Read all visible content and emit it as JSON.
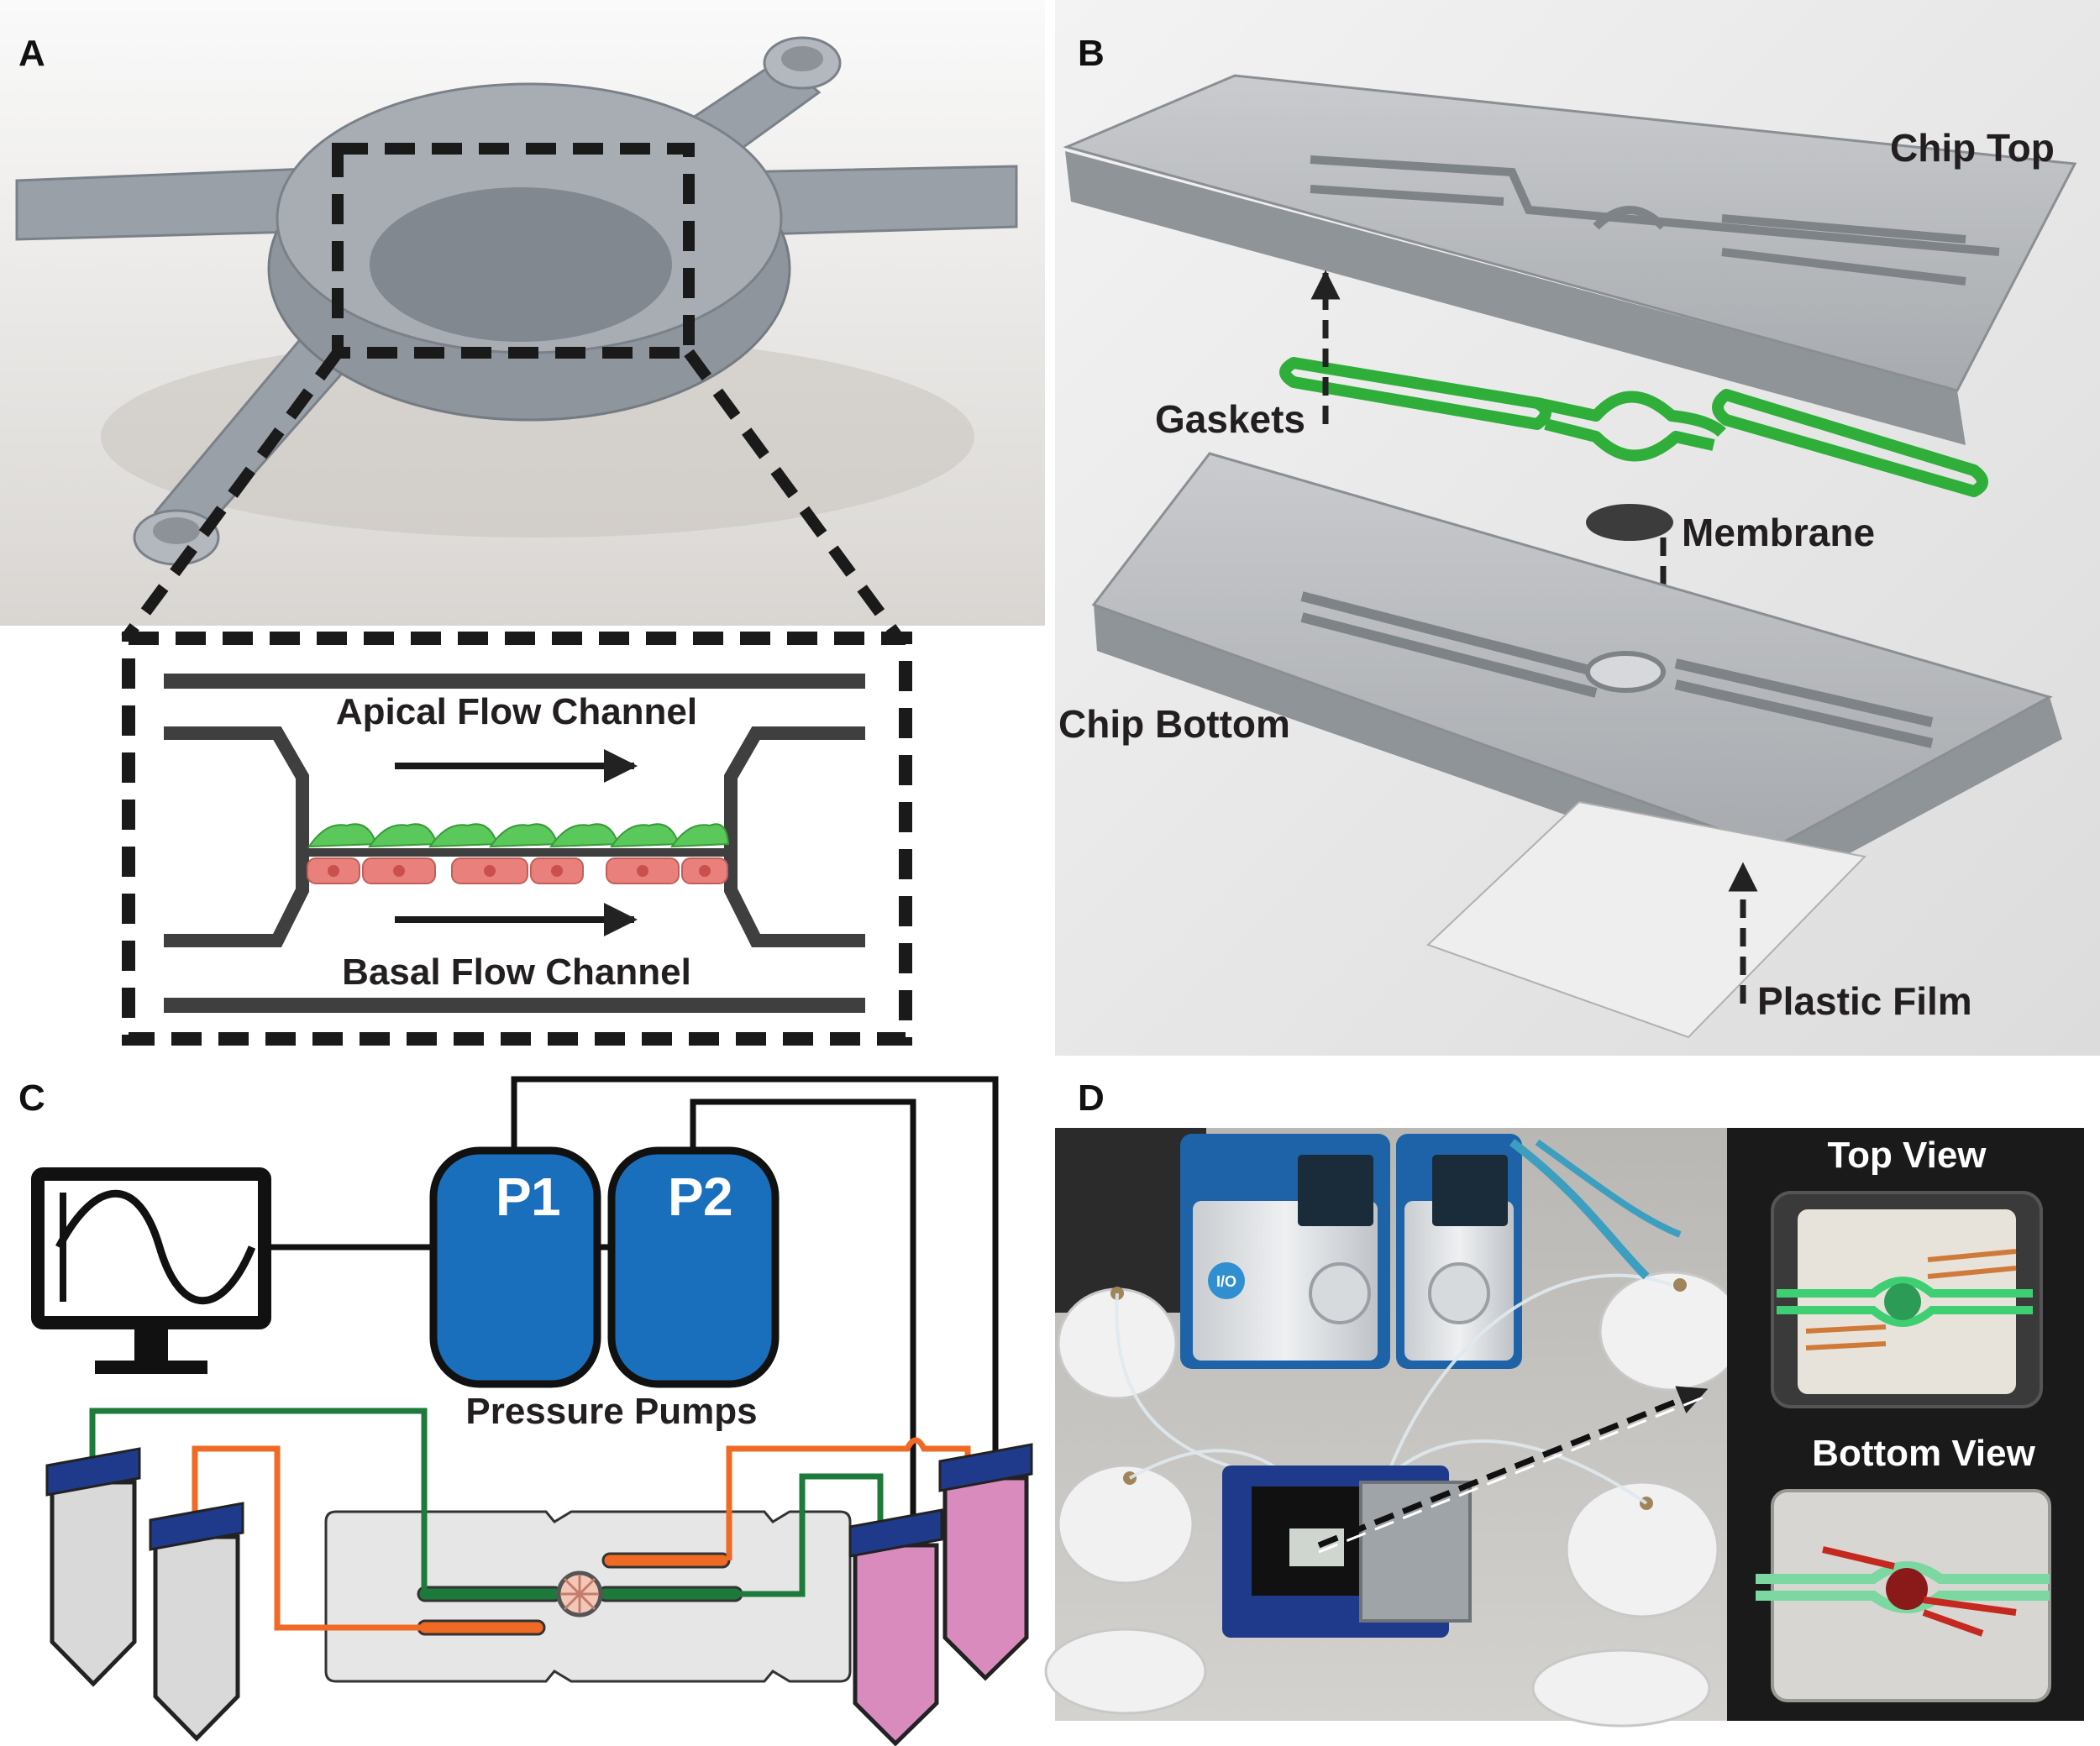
{
  "panels": {
    "a": {
      "letter": "A",
      "apical_label": "Apical Flow Channel",
      "basal_label": "Basal Flow Channel"
    },
    "b": {
      "letter": "B",
      "chip_top": "Chip Top",
      "gaskets": "Gaskets",
      "membrane": "Membrane",
      "chip_bottom": "Chip Bottom",
      "plastic_film": "Plastic Film"
    },
    "c": {
      "letter": "C",
      "pump1": "P",
      "pump1_sub": "1",
      "pump2": "P",
      "pump2_sub": "2",
      "pumps_label": "Pressure Pumps"
    },
    "d": {
      "letter": "D",
      "top_view": "Top View",
      "bottom_view": "Bottom View",
      "device_button": "I/O"
    }
  },
  "colors": {
    "pump_blue": "#1a6fbd",
    "gasket_green": "#2fae3a",
    "tube_green": "#1e7a3a",
    "tube_orange": "#ef6a24",
    "cap_navy": "#1f3a8a",
    "media_pink": "#d98bbd",
    "epithelial_green": "#5ac85a",
    "basal_red": "#e9807b"
  }
}
